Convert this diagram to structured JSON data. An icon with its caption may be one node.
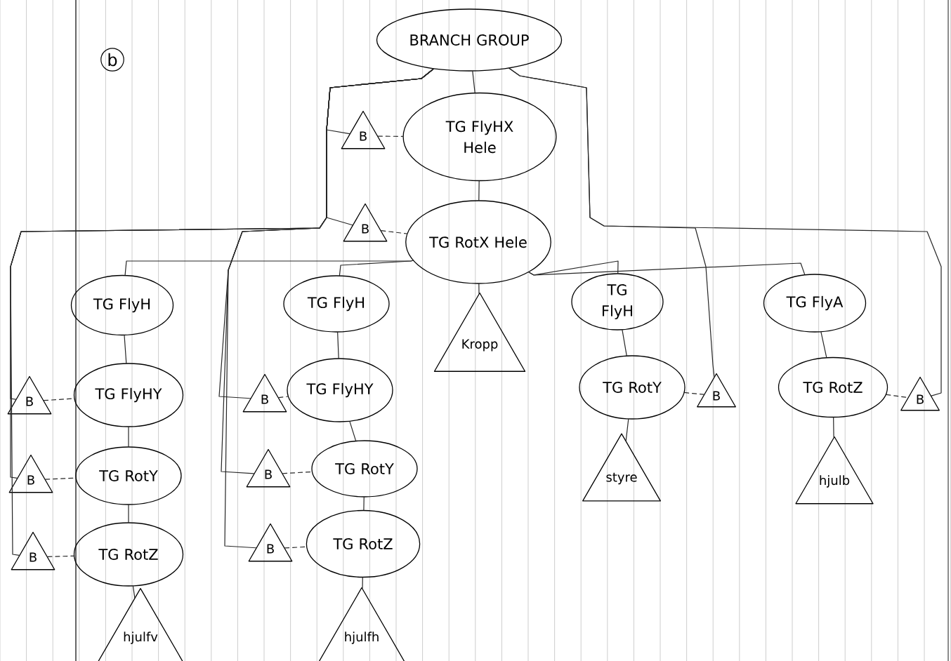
{
  "diagram": {
    "nodes": [
      {
        "text": [
          "BRANCH GROUP"
        ]
      },
      {
        "text": [
          "B"
        ]
      },
      {
        "text": [
          "TG FlyHX Hele"
        ]
      },
      {
        "text": [
          "B"
        ]
      },
      {
        "text": [
          "TG RotX Hele"
        ]
      },
      {
        "text": [
          "TG FlyH"
        ]
      },
      {
        "text": [
          "TG FlyH"
        ]
      },
      {
        "text": [
          "Kropp"
        ]
      },
      {
        "text": [
          "TG FlyH"
        ]
      },
      {
        "text": [
          "TG FlyA"
        ]
      },
      {
        "text": [
          "B"
        ]
      },
      {
        "text": [
          "TG FlyHY"
        ]
      },
      {
        "text": [
          "B"
        ]
      },
      {
        "text": [
          "TG FlyHY"
        ]
      },
      {
        "text": [
          "TG RotY"
        ]
      },
      {
        "text": [
          "B"
        ]
      },
      {
        "text": [
          "TG RotZ"
        ]
      },
      {
        "text": [
          "B"
        ]
      },
      {
        "text": [
          "B"
        ]
      },
      {
        "text": [
          "TG RotY"
        ]
      },
      {
        "text": [
          "B"
        ]
      },
      {
        "text": [
          "TG RotY"
        ]
      },
      {
        "text": [
          "styre"
        ]
      },
      {
        "text": [
          "hjulb"
        ]
      },
      {
        "text": [
          "B"
        ]
      },
      {
        "text": [
          "TG RotZ"
        ]
      },
      {
        "text": [
          "B"
        ]
      },
      {
        "text": [
          "TG RotZ"
        ]
      },
      {
        "text": [
          "hjulfv"
        ]
      },
      {
        "text": [
          "hjulfh"
        ]
      }
    ],
    "edges": [
      {
        "from": 0,
        "to": 2,
        "arrow": "none"
      },
      {
        "from": 2,
        "to": 4,
        "arrow": "none"
      },
      {
        "from": 4,
        "to": 7,
        "arrow": "none"
      },
      {
        "from": 4,
        "to": 5,
        "arrow": "none"
      },
      {
        "from": 4,
        "to": 6,
        "arrow": "none"
      },
      {
        "from": 4,
        "to": 8,
        "arrow": "none"
      },
      {
        "from": 4,
        "to": 9,
        "arrow": "none"
      },
      {
        "from": 5,
        "to": 11,
        "arrow": "none"
      },
      {
        "from": 11,
        "to": 19,
        "arrow": "none"
      },
      {
        "from": 19,
        "to": 25,
        "arrow": "none"
      },
      {
        "from": 25,
        "to": 28,
        "arrow": "none"
      },
      {
        "from": 6,
        "to": 13,
        "arrow": "none"
      },
      {
        "from": 13,
        "to": 21,
        "arrow": "none"
      },
      {
        "from": 21,
        "to": 27,
        "arrow": "none"
      },
      {
        "from": 27,
        "to": 29,
        "arrow": "none"
      },
      {
        "from": 8,
        "to": 14,
        "arrow": "none"
      },
      {
        "from": 14,
        "to": 22,
        "arrow": "none"
      },
      {
        "from": 9,
        "to": 16,
        "arrow": "none"
      },
      {
        "from": 16,
        "to": 23,
        "arrow": "none"
      },
      {
        "from": 1,
        "to": 2,
        "arrow": "none",
        "style": "dashed"
      },
      {
        "from": 3,
        "to": 4,
        "arrow": "none",
        "style": "dashed"
      },
      {
        "from": 10,
        "to": 11,
        "arrow": "none",
        "style": "dashed"
      },
      {
        "from": 12,
        "to": 13,
        "arrow": "none",
        "style": "dashed"
      },
      {
        "from": 18,
        "to": 19,
        "arrow": "none",
        "style": "dashed"
      },
      {
        "from": 20,
        "to": 21,
        "arrow": "none",
        "style": "dashed"
      },
      {
        "from": 24,
        "to": 25,
        "arrow": "none",
        "style": "dashed"
      },
      {
        "from": 26,
        "to": 27,
        "arrow": "none",
        "style": "dashed"
      },
      {
        "from": 14,
        "to": 15,
        "arrow": "none",
        "style": "dashed"
      },
      {
        "from": 16,
        "to": 17,
        "arrow": "none",
        "style": "dashed"
      },
      {
        "from": 0,
        "to": 1,
        "arrow": "none"
      },
      {
        "from": 0,
        "to": 3,
        "arrow": "none"
      },
      {
        "from": 0,
        "to": 10,
        "arrow": "none"
      },
      {
        "from": 0,
        "to": 18,
        "arrow": "none"
      },
      {
        "from": 0,
        "to": 24,
        "arrow": "none"
      },
      {
        "from": 0,
        "to": 12,
        "arrow": "none"
      },
      {
        "from": 0,
        "to": 20,
        "arrow": "none"
      },
      {
        "from": 0,
        "to": 26,
        "arrow": "none"
      },
      {
        "from": 0,
        "to": 15,
        "arrow": "none"
      },
      {
        "from": 0,
        "to": 17,
        "arrow": "none"
      }
    ],
    "labels": [
      "b"
    ]
  }
}
